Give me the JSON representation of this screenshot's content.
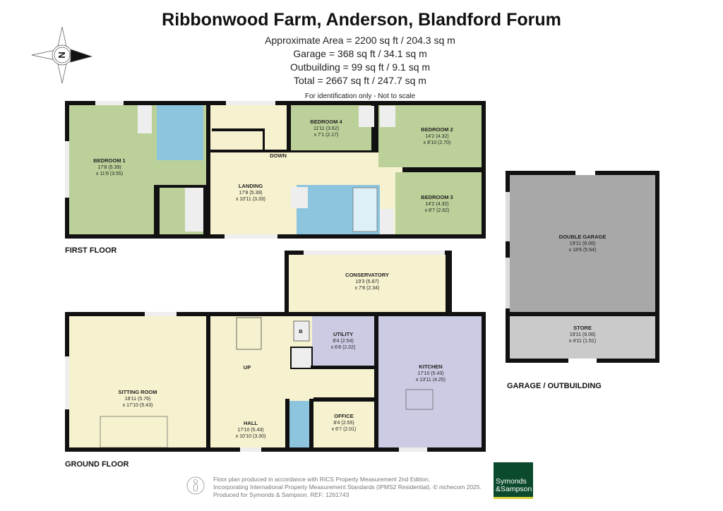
{
  "header": {
    "title": "Ribbonwood Farm, Anderson, Blandford Forum",
    "areas": [
      "Approximate Area = 2200 sq ft / 204.3 sq m",
      "Garage = 368 sq ft / 34.1 sq m",
      "Outbuilding = 99 sq ft / 9.1 sq m",
      "Total = 2667 sq ft / 247.7 sq m"
    ],
    "note": "For identification only - Not to scale"
  },
  "compass": {
    "letter": "N",
    "icon": "compass-rose-icon"
  },
  "floors": {
    "first": "FIRST FLOOR",
    "ground": "GROUND FLOOR",
    "garage": "GARAGE / OUTBUILDING"
  },
  "rooms": {
    "bedroom1": {
      "name": "BEDROOM 1",
      "d1": "17'8 (5.39)",
      "d2": "x 11'8 (3.55)"
    },
    "bedroom4": {
      "name": "BEDROOM 4",
      "d1": "11'11 (3.62)",
      "d2": "x 7'1 (2.17)"
    },
    "bedroom2": {
      "name": "BEDROOM 2",
      "d1": "14'2 (4.32)",
      "d2": "x 8'10 (2.70)"
    },
    "bedroom3": {
      "name": "BEDROOM 3",
      "d1": "14'2 (4.32)",
      "d2": "x 8'7 (2.62)"
    },
    "landing": {
      "name": "LANDING",
      "d1": "17'8 (5.39)",
      "d2": "x 10'11 (3.33)"
    },
    "conservatory": {
      "name": "CONSERVATORY",
      "d1": "19'3 (5.87)",
      "d2": "x 7'8 (2.34)"
    },
    "utility": {
      "name": "UTILITY",
      "d1": "8'4 (2.54)",
      "d2": "x 6'8 (2.02)"
    },
    "kitchen": {
      "name": "KITCHEN",
      "d1": "17'10 (5.43)",
      "d2": "x 13'11 (4.25)"
    },
    "sitting": {
      "name": "SITTING ROOM",
      "d1": "18'11 (5.76)",
      "d2": "x 17'10 (5.43)"
    },
    "hall": {
      "name": "HALL",
      "d1": "17'10 (5.43)",
      "d2": "x 10'10 (3.30)"
    },
    "office": {
      "name": "OFFICE",
      "d1": "8'4 (2.55)",
      "d2": "x 6'7 (2.01)"
    },
    "garage": {
      "name": "DOUBLE GARAGE",
      "d1": "19'11 (6.06)",
      "d2": "x 18'6 (5.64)"
    },
    "store": {
      "name": "STORE",
      "d1": "19'11 (6.06)",
      "d2": "x 4'11 (1.51)"
    }
  },
  "labels": {
    "down": "DOWN",
    "up": "UP",
    "boiler": "B"
  },
  "colors": {
    "bedroom": "#bcd19a",
    "bathroom": "#8ec5de",
    "circulation": "#f6f2cf",
    "kitchen": "#cbcce4",
    "garage": "#a8a8a8",
    "store": "#cacaca",
    "wall": "#111111"
  },
  "footer": {
    "lines": [
      "Floor plan produced in accordance with RICS Property Measurement 2nd Edition,",
      "Incorporating International Property Measurement Standards (IPMS2 Residential).   © nichecom 2025.",
      "Produced for Symonds & Sampson.   REF:  1261743"
    ],
    "logo": [
      "Symonds",
      "&Sampson"
    ]
  }
}
